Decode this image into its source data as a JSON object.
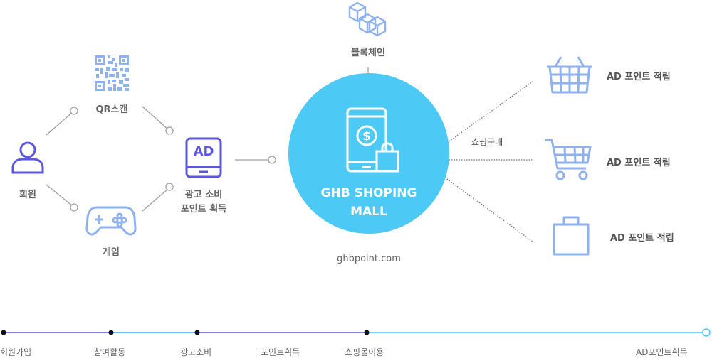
{
  "center": {
    "title": "GHB SHOPING\nMALL",
    "url": "ghbpoint.com"
  },
  "nodes": {
    "member": "회원",
    "qr": "QR스캔",
    "game": "게임",
    "ad_line1": "광고 소비",
    "ad_line2": "포인트 획득",
    "ad_icon_text": "AD",
    "blockchain": "블록체인"
  },
  "purchase_label": "쇼핑구매",
  "rewards": [
    "AD 포인트 적립",
    "AD 포인트 적립",
    "AD 포인트 적립"
  ],
  "timeline": [
    "회원가입",
    "참여활동",
    "광고소비",
    "포인트획득",
    "쇼핑몰이용",
    "AD포인트획득"
  ],
  "colors": {
    "indigo": "#5b57e0",
    "sky": "#4cc9f5",
    "pale_blue": "#8fb2ee",
    "line_gray": "#9a9a9a"
  }
}
